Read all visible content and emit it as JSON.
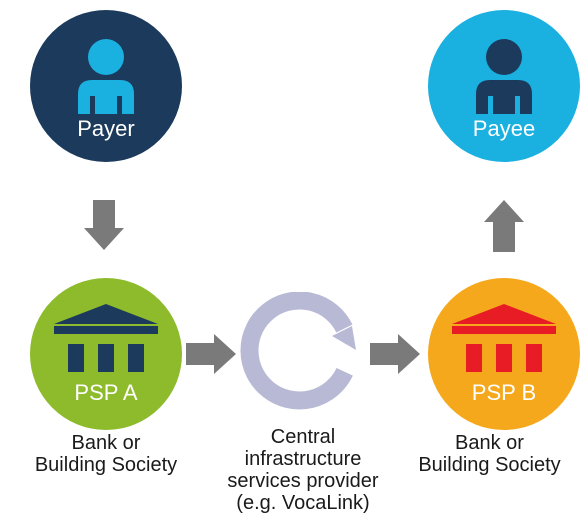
{
  "colors": {
    "payer": "#1b3a5c",
    "payee": "#1ab0e0",
    "psp_a": "#8dbb2b",
    "psp_b": "#f5a81c",
    "infrastructure": "#b8b9d4",
    "arrow": "#7a7a7a"
  },
  "nodes": {
    "payer": {
      "label": "Payer",
      "icon": "person-icon"
    },
    "payee": {
      "label": "Payee",
      "icon": "person-icon"
    },
    "psp_a": {
      "label": "PSP A",
      "icon": "bank-icon",
      "caption_line1": "Bank or",
      "caption_line2": "Building Society"
    },
    "psp_b": {
      "label": "PSP B",
      "icon": "bank-icon",
      "caption_line1": "Bank or",
      "caption_line2": "Building Society"
    },
    "infrastructure": {
      "icon": "cycle-icon",
      "caption_line1": "Central",
      "caption_line2": "infrastructure",
      "caption_line3": "services provider",
      "caption_line4": "(e.g. VocaLink)"
    }
  }
}
